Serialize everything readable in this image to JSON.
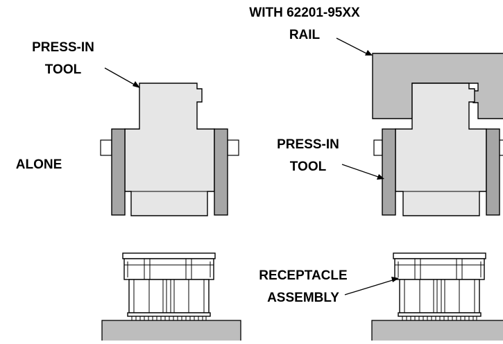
{
  "labels": {
    "press_in_tool_left": [
      "PRESS-IN",
      "TOOL"
    ],
    "alone": "ALONE",
    "with_rail": [
      "WITH 62201-95XX",
      "RAIL"
    ],
    "press_in_tool_right": [
      "PRESS-IN",
      "TOOL"
    ],
    "receptacle_assembly": [
      "RECEPTACLE",
      "ASSEMBLY"
    ]
  },
  "colors": {
    "tool_fill": "#e6e6e6",
    "side_plate_fill": "#a6a6a6",
    "rail_fill": "#bfbfbf",
    "base_fill": "#bdbdbd",
    "line": "#000000"
  }
}
